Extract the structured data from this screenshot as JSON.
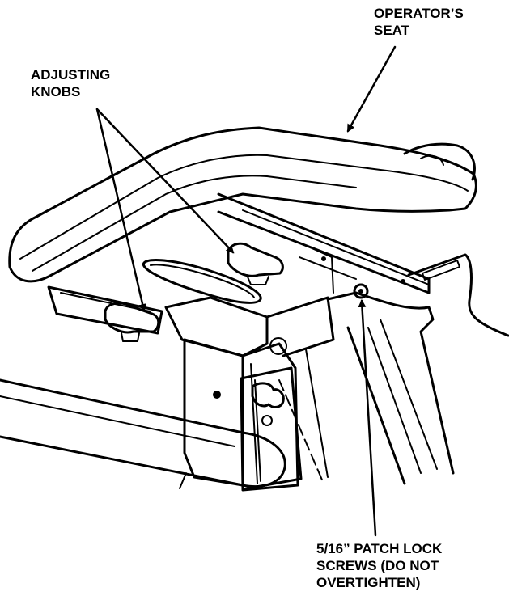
{
  "labels": {
    "operators_seat": [
      "OPERATOR’S",
      "SEAT"
    ],
    "adjusting_knobs": [
      "ADJUSTING",
      "KNOBS"
    ],
    "patch_lock_screws": [
      "5/16” PATCH LOCK",
      "SCREWS (DO NOT",
      "OVERTIGHTEN)"
    ]
  }
}
